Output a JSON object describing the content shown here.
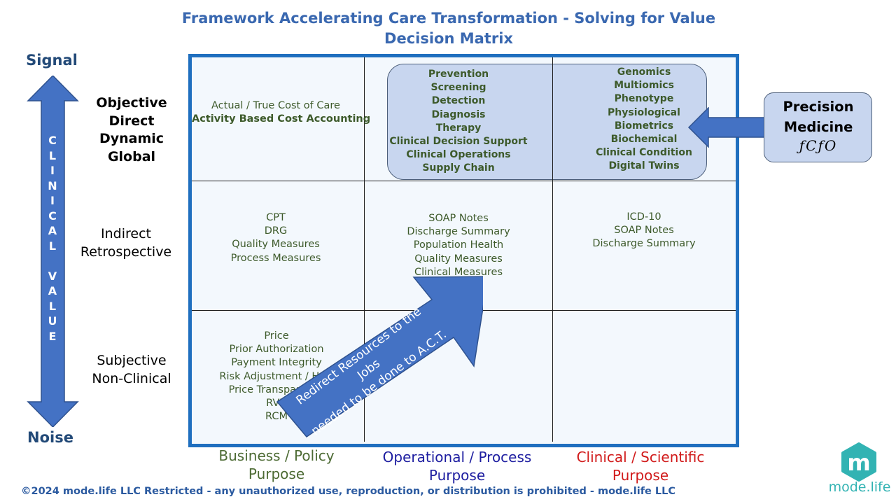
{
  "title": {
    "line1": "Framework Accelerating Care Transformation -  Solving for Value",
    "line2": "Decision Matrix"
  },
  "axis": {
    "top": "Signal",
    "bottom": "Noise",
    "vertical_label": "CLINICAL VALUE",
    "color": "#4472c4"
  },
  "rows": [
    {
      "label_lines": [
        "Objective",
        "Direct",
        "Dynamic",
        "Global"
      ]
    },
    {
      "label_lines": [
        "Indirect",
        "Retrospective"
      ]
    },
    {
      "label_lines": [
        "Subjective",
        "Non-Clinical"
      ]
    }
  ],
  "cells": {
    "r1c1": [
      "Actual / True  Cost of Care",
      "Activity Based Cost Accounting"
    ],
    "r1c2": [
      "Prevention",
      "Screening",
      "Detection",
      "Diagnosis",
      "Therapy",
      "Clinical Decision Support",
      "Clinical Operations",
      "Supply Chain"
    ],
    "r1c3": [
      "Genomics",
      "Multiomics",
      "Phenotype",
      "Physiological",
      "Biometrics",
      "Biochemical",
      "Clinical Condition",
      "Digital Twins"
    ],
    "r2c1": [
      "CPT",
      "DRG",
      "Quality Measures",
      "Process Measures"
    ],
    "r2c2": [
      "SOAP Notes",
      "Discharge Summary",
      "Population Health",
      "Quality Measures",
      "Clinical Measures"
    ],
    "r2c3": [
      "ICD-10",
      "SOAP Notes",
      "Discharge Summary"
    ],
    "r3c1": [
      "Price",
      "Prior Authorization",
      "Payment Integrity",
      "Risk Adjustment / HCC",
      "Price Transparency",
      "RVU",
      "RCM"
    ]
  },
  "precision_medicine": {
    "line1": "Precision",
    "line2": "Medicine",
    "formula": "ƒCƒO"
  },
  "diagonal_arrow": {
    "line1": "Redirect Resources to the Jobs",
    "line2": "needed to be done to A.C.T."
  },
  "columns": [
    {
      "line1": "Business / Policy",
      "line2": "Purpose",
      "color": "#4d6b34"
    },
    {
      "line1": "Operational / Process",
      "line2": "Purpose",
      "color": "#1d1da0"
    },
    {
      "line1": "Clinical / Scientific",
      "line2": "Purpose",
      "color": "#d11a1a"
    }
  ],
  "footer": "©2024 mode.life LLC  Restricted - any unauthorized use, reproduction, or distribution is prohibited  - mode.life LLC",
  "logo": {
    "letter": "m",
    "text": "mode.life",
    "color": "#32b3b3"
  }
}
